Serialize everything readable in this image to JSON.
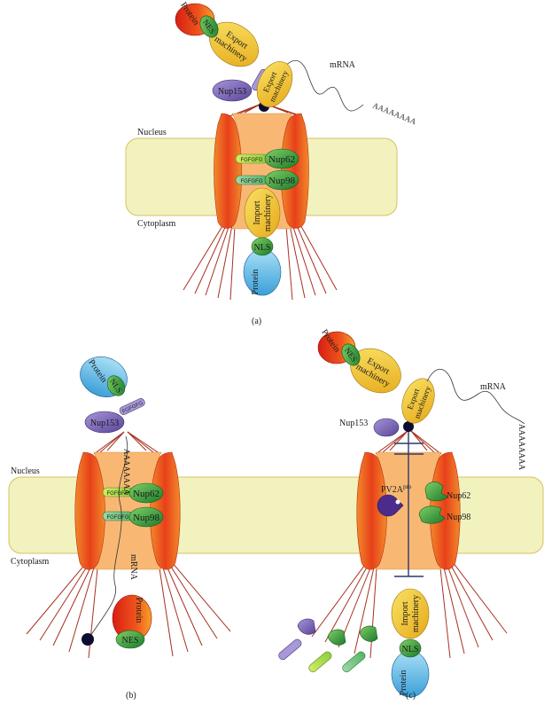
{
  "labels": {
    "protein": "Protein",
    "nls": "NLS",
    "nes": "NES",
    "export_1": "Export",
    "export_2": "machinery",
    "import_1": "Import",
    "import_2": "machinery",
    "mrna": "mRNA",
    "polya": "AAAAAAAA",
    "polya_b": "AAAAAAAA",
    "polya_c": "AAAAAAAA",
    "nucleus": "Nucleus",
    "cytoplasm": "Cytoplasm",
    "nup153": "Nup153",
    "nup62": "Nup62",
    "nup98": "Nup98",
    "fg1": "FGFGFG",
    "fg2": "FGFGFG",
    "fg3": "FGFGFG",
    "pv2a_main": "PV2A",
    "pv2a_sup": "pro",
    "panel_a": "(a)",
    "panel_b": "(b)",
    "panel_c": "(c)"
  },
  "colors": {
    "envelope_fill": "#f2f2bf",
    "envelope_stroke": "#d8c060",
    "pore_fill": "#f8b873",
    "pore_wall": "#e8481c",
    "protein_red": "#e53a1c",
    "nls_green": "#3da54a",
    "export_yellow": "#f3c932",
    "nup153_purple": "#7c67b8",
    "nup_green": "#2f9a3a",
    "import_blue": "#69c4ea",
    "pv2a_purple": "#4c2c8a",
    "filament": "#a83020",
    "bead": "#0c0c30"
  }
}
